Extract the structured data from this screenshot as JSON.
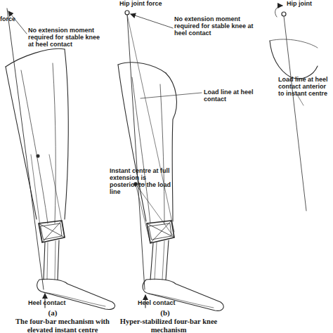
{
  "diagram": {
    "labels": [
      "force",
      "No extension moment required for stable knee at heel contact",
      "Heel contact",
      "(a)",
      "The four-bar mechanism with elevated instant centre",
      "Hip joint force",
      "No extension moment required for stable knee at heel contact",
      "Load line at heel contact",
      "Instant centre at full extension is posterior to the load line",
      "Heel contact",
      "(b)",
      "Hyper-stabilized four-bar knee mechanism",
      "Hip joint",
      "Load line at heel contact anterior to instant centre"
    ]
  }
}
